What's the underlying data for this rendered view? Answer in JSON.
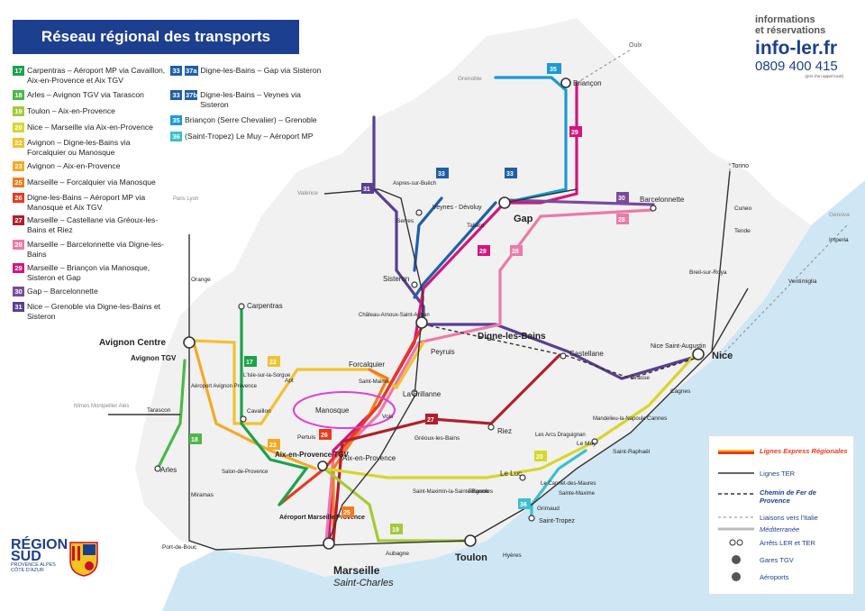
{
  "title": "Réseau régional des transports",
  "info": {
    "line1": "informations",
    "line2": "et réservations",
    "site": "info-ler.fr",
    "phone": "0809 400 415",
    "note": "(prix d'un appel local)"
  },
  "legend": [
    {
      "num": "17",
      "color": "#1aa34a",
      "text": "Carpentras – Aéroport MP via Cavaillon, Aix-en-Provence et Aix TGV"
    },
    {
      "num": "18",
      "color": "#4cb848",
      "text": "Arles – Avignon TGV via Tarascon"
    },
    {
      "num": "19",
      "color": "#a6c93a",
      "text": "Toulon – Aix-en-Provence"
    },
    {
      "num": "20",
      "color": "#d7d62b",
      "text": "Nice – Marseille via Aix-en-Provence"
    },
    {
      "num": "22",
      "color": "#f2c12e",
      "text": "Avignon – Digne-les-Bains via Forcalquier ou Manosque"
    },
    {
      "num": "23",
      "color": "#f7a823",
      "text": "Avignon – Aix-en-Provence"
    },
    {
      "num": "25",
      "color": "#f37a1f",
      "text": "Marseille – Forcalquier via Manosque"
    },
    {
      "num": "26",
      "color": "#e73a1e",
      "text": "Digne-les-Bains – Aéroport MP via Manosque et Aix TGV"
    },
    {
      "num": "27",
      "color": "#b21f2b",
      "text": "Marseille – Castellane via Gréoux-les-Bains et Riez"
    },
    {
      "num": "28",
      "color": "#ea7aa8",
      "text": "Marseille – Barcelonnette via Digne-les-Bains"
    },
    {
      "num": "29",
      "color": "#d4157f",
      "text": "Marseille – Briançon via Manosque, Sisteron et Gap"
    },
    {
      "num": "30",
      "color": "#7b4a9c",
      "text": "Gap – Barcelonnette"
    },
    {
      "num": "31",
      "color": "#5a3e93",
      "text": "Nice – Grenoble via Digne-les-Bains et Sisteron"
    },
    {
      "num": "33",
      "color": "#1f5fa8",
      "text": "Digne-les-Bains – Gap via Sisteron"
    },
    {
      "num": "33",
      "color": "#1f5fa8",
      "text": "Digne-les-Bains – Veynes via Sisteron"
    },
    {
      "num": "35",
      "color": "#1a9ad6",
      "text": "Briançon (Serre Chevalier) – Grenoble"
    },
    {
      "num": "36",
      "color": "#3dbfcf",
      "text": "(Saint-Tropez) Le Muy – Aéroport MP"
    }
  ],
  "legend_extra": {
    "b33b": "37a",
    "b33c": "37b"
  },
  "map_legend": {
    "ler": "Lignes Express Régionales",
    "ter": "Lignes TER",
    "cp": "Chemin de Fer de Provence",
    "italie": "Liaisons vers l'Italie",
    "med": "Méditerranée",
    "arrets": "Arrêts LER et TER",
    "gares": "Gares TGV",
    "aeroports": "Aéroports"
  },
  "region": {
    "name1": "RÉGION",
    "name2": "SUD",
    "sub": "PROVENCE ALPES CÔTE D'AZUR"
  },
  "cities": {
    "avignon": "Avignon Centre",
    "avignon_tgv": "Avignon TGV",
    "marseille": "Marseille",
    "marseille2": "Saint-Charles",
    "toulon": "Toulon",
    "nice": "Nice",
    "gap": "Gap",
    "digne": "Digne-les-Bains",
    "aix": "Aix-en-Provence",
    "aix_tgv": "Aix-en-Provence TGV",
    "sisteron": "Sisteron",
    "manosque": "Manosque",
    "briancon": "Briançon",
    "grenoble": "Grenoble",
    "oulx": "Oulx",
    "torino": "Torino",
    "genova": "Genova",
    "barcelonnette": "Barcelonnette",
    "castellane": "Castellane",
    "forcalquier": "Forcalquier",
    "carpentras": "Carpentras",
    "arles": "Arles",
    "tarascon": "Tarascon",
    "cavaillon": "Cavaillon",
    "orange": "Orange",
    "apt": "Apt",
    "le_luc": "Le Luc",
    "riez": "Riez",
    "peyruis": "Peyruis",
    "la_brillanne": "La Brillanne",
    "veynes": "Veynes - Dévoluy",
    "tallard": "Tallard",
    "serres": "Serres",
    "aspres": "Aspres-sur-Buëch",
    "chateau": "Château-Arnoux-Saint-Auban",
    "valence": "Valence",
    "paris": "Paris Lyon",
    "nimes": "Nîmes Montpellier Alès",
    "miramas": "Miramas",
    "port_de_bouc": "Port-de-Bouc",
    "aubagne": "Aubagne",
    "hyeres": "Hyères",
    "saint_tropez": "Saint-Tropez",
    "grimaud": "Grimaud",
    "le_muy": "Le Muy",
    "les_arcs": "Les Arcs Draguignan",
    "saint_raphael": "Saint-Raphaël",
    "cannes": "Cannes",
    "grasse": "Grasse",
    "mandelieu": "Mandelieu-la-Napoule",
    "nice_sa": "Nice Saint-Augustin",
    "breil": "Breil-sur-Roya",
    "ventimiglia": "Ventimiglia",
    "tende": "Tende",
    "cuneo": "Cuneo",
    "imperia": "Imperia",
    "brignoles": "Brignoles",
    "st_maximin": "Saint-Maximin-la-Sainte-Baume",
    "greoux": "Gréoux-les-Bains",
    "pertuis": "Pertuis",
    "salon": "Salon-de-Provence",
    "aeroport_avignon": "Aéroport Avignon Provence",
    "aeroport_mp": "Aéroport Marseille Provence",
    "vols": "Vols",
    "saint_maime": "Saint-Maime",
    "isle": "L'Isle-sur-la-Sorgue",
    "cagnes": "Cagnes",
    "le_cannet": "Le Cannet-des-Maures",
    "ste_maxime": "Sainte-Maxime"
  }
}
